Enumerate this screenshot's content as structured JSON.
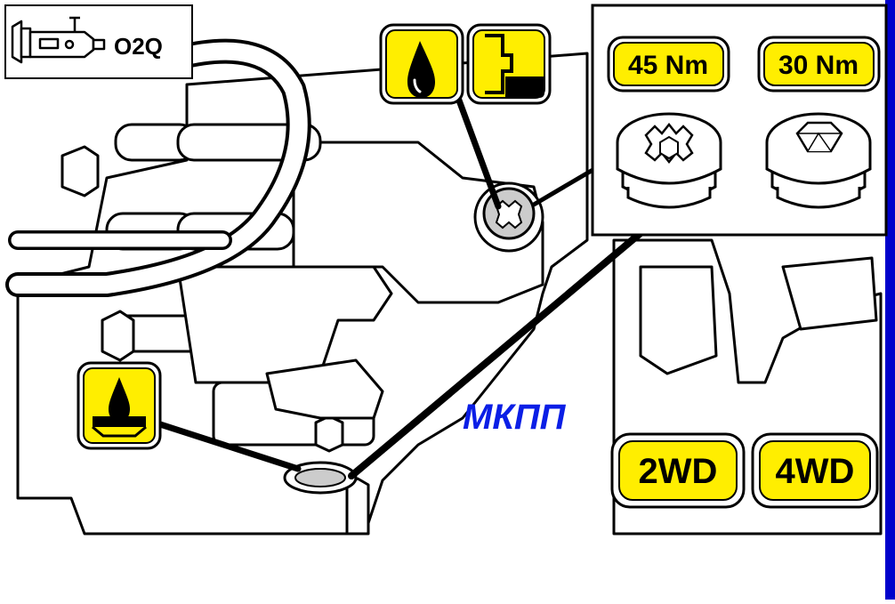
{
  "gearbox_code": "O2Q",
  "torque_specs": [
    {
      "label": "45 Nm",
      "plug_head": "multi-spline (XZN)"
    },
    {
      "label": "30 Nm",
      "plug_head": "hexagon socket"
    }
  ],
  "gearbox_label": "МКПП",
  "drive_variants": [
    "2WD",
    "4WD"
  ],
  "icons": {
    "gearbox": "gearbox-icon",
    "oil_fill": "oil-drop-icon",
    "oil_level": "oil-level-icon",
    "oil_drain": "oil-drain-icon"
  },
  "colors": {
    "badge_yellow": "#ffee00",
    "label_blue": "#0a1ee6",
    "edge_blue": "#0000cc",
    "line": "#000000"
  }
}
